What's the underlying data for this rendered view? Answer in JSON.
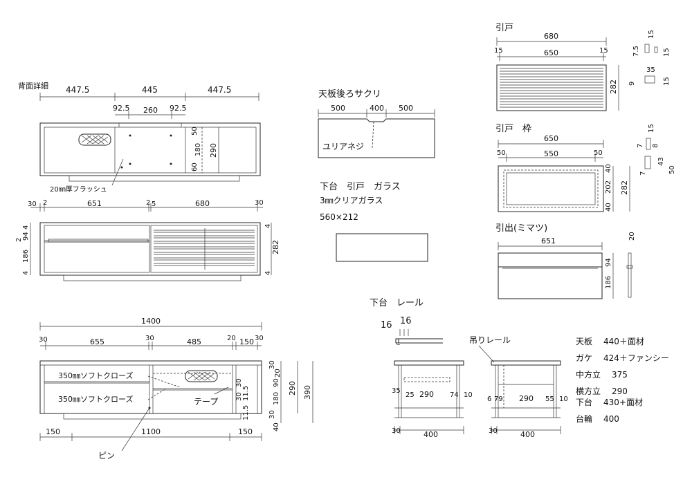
{
  "back_detail": {
    "title": "背面詳細",
    "dims_top": [
      "447.5",
      "445",
      "447.5"
    ],
    "dims_second": [
      "92.5",
      "260",
      "92.5"
    ],
    "dims_right": [
      "50",
      "180",
      "60",
      "290"
    ],
    "flush_label": "20㎜厚フラッシュ"
  },
  "front": {
    "dims_top": [
      "30",
      "2",
      "651",
      "2",
      "5",
      "680",
      "30"
    ],
    "dims_left": [
      "4",
      "94",
      "2",
      "186",
      "4"
    ],
    "dims_right": [
      "4",
      "282",
      "4"
    ]
  },
  "plan": {
    "total": "1400",
    "dims": [
      "30",
      "655",
      "30",
      "485",
      "20",
      "150",
      "30"
    ],
    "label_close1": "350㎜ソフトクローズ",
    "label_close2": "350㎜ソフトクローズ",
    "tape_label": "テープ",
    "pin_label": "ピン",
    "dims_inner": [
      "11.5",
      "11.5",
      "30",
      "30"
    ],
    "dims_right": [
      "30",
      "20",
      "90",
      "180",
      "30",
      "290",
      "390",
      "40"
    ],
    "dims_bottom": [
      "150",
      "1100",
      "150"
    ]
  },
  "top_back_cut": {
    "title": "天板後ろサクリ",
    "dims": [
      "500",
      "400",
      "500"
    ],
    "screw_label": "ユリアネジ"
  },
  "glass": {
    "title": "下台　引戸　ガラス",
    "spec": "3㎜クリアガラス",
    "size": "560×212"
  },
  "rail": {
    "title": "下台　レール",
    "dims": [
      "16",
      "16"
    ],
    "hanging_label": "吊りレール",
    "left_dims": [
      "35",
      "25",
      "290",
      "74",
      "10"
    ],
    "right_dims": [
      "6",
      "79",
      "290",
      "55",
      "10"
    ],
    "bottom_left": [
      "30",
      "400"
    ],
    "bottom_right": [
      "30",
      "400"
    ]
  },
  "sliding_door": {
    "title": "引戸",
    "dims_top": [
      "680"
    ],
    "dims_second": [
      "15",
      "650",
      "15"
    ],
    "dim_right": "282",
    "side_dims": [
      "15",
      "7.5",
      "15",
      "35",
      "9",
      "15"
    ]
  },
  "door_frame": {
    "title": "引戸　枠",
    "dims_top": [
      "650"
    ],
    "dims_second": [
      "50",
      "550",
      "50"
    ],
    "dims_right": [
      "40",
      "202",
      "40",
      "282"
    ],
    "side_dims": [
      "15",
      "7",
      "8",
      "43",
      "7",
      "50"
    ]
  },
  "drawer": {
    "title": "引出(ミマツ)",
    "dim_top": "651",
    "dims_right": [
      "94",
      "186"
    ],
    "side_dim": "20"
  },
  "materials": [
    {
      "name": "天板",
      "value": "440＋面材"
    },
    {
      "name": "ガケ",
      "value": "424＋ファンシー"
    },
    {
      "name": "中方立",
      "value": "375"
    },
    {
      "name": "横方立",
      "value": "290"
    },
    {
      "name": "下台",
      "value": "430+面材"
    },
    {
      "name": "台輪",
      "value": "400"
    }
  ]
}
